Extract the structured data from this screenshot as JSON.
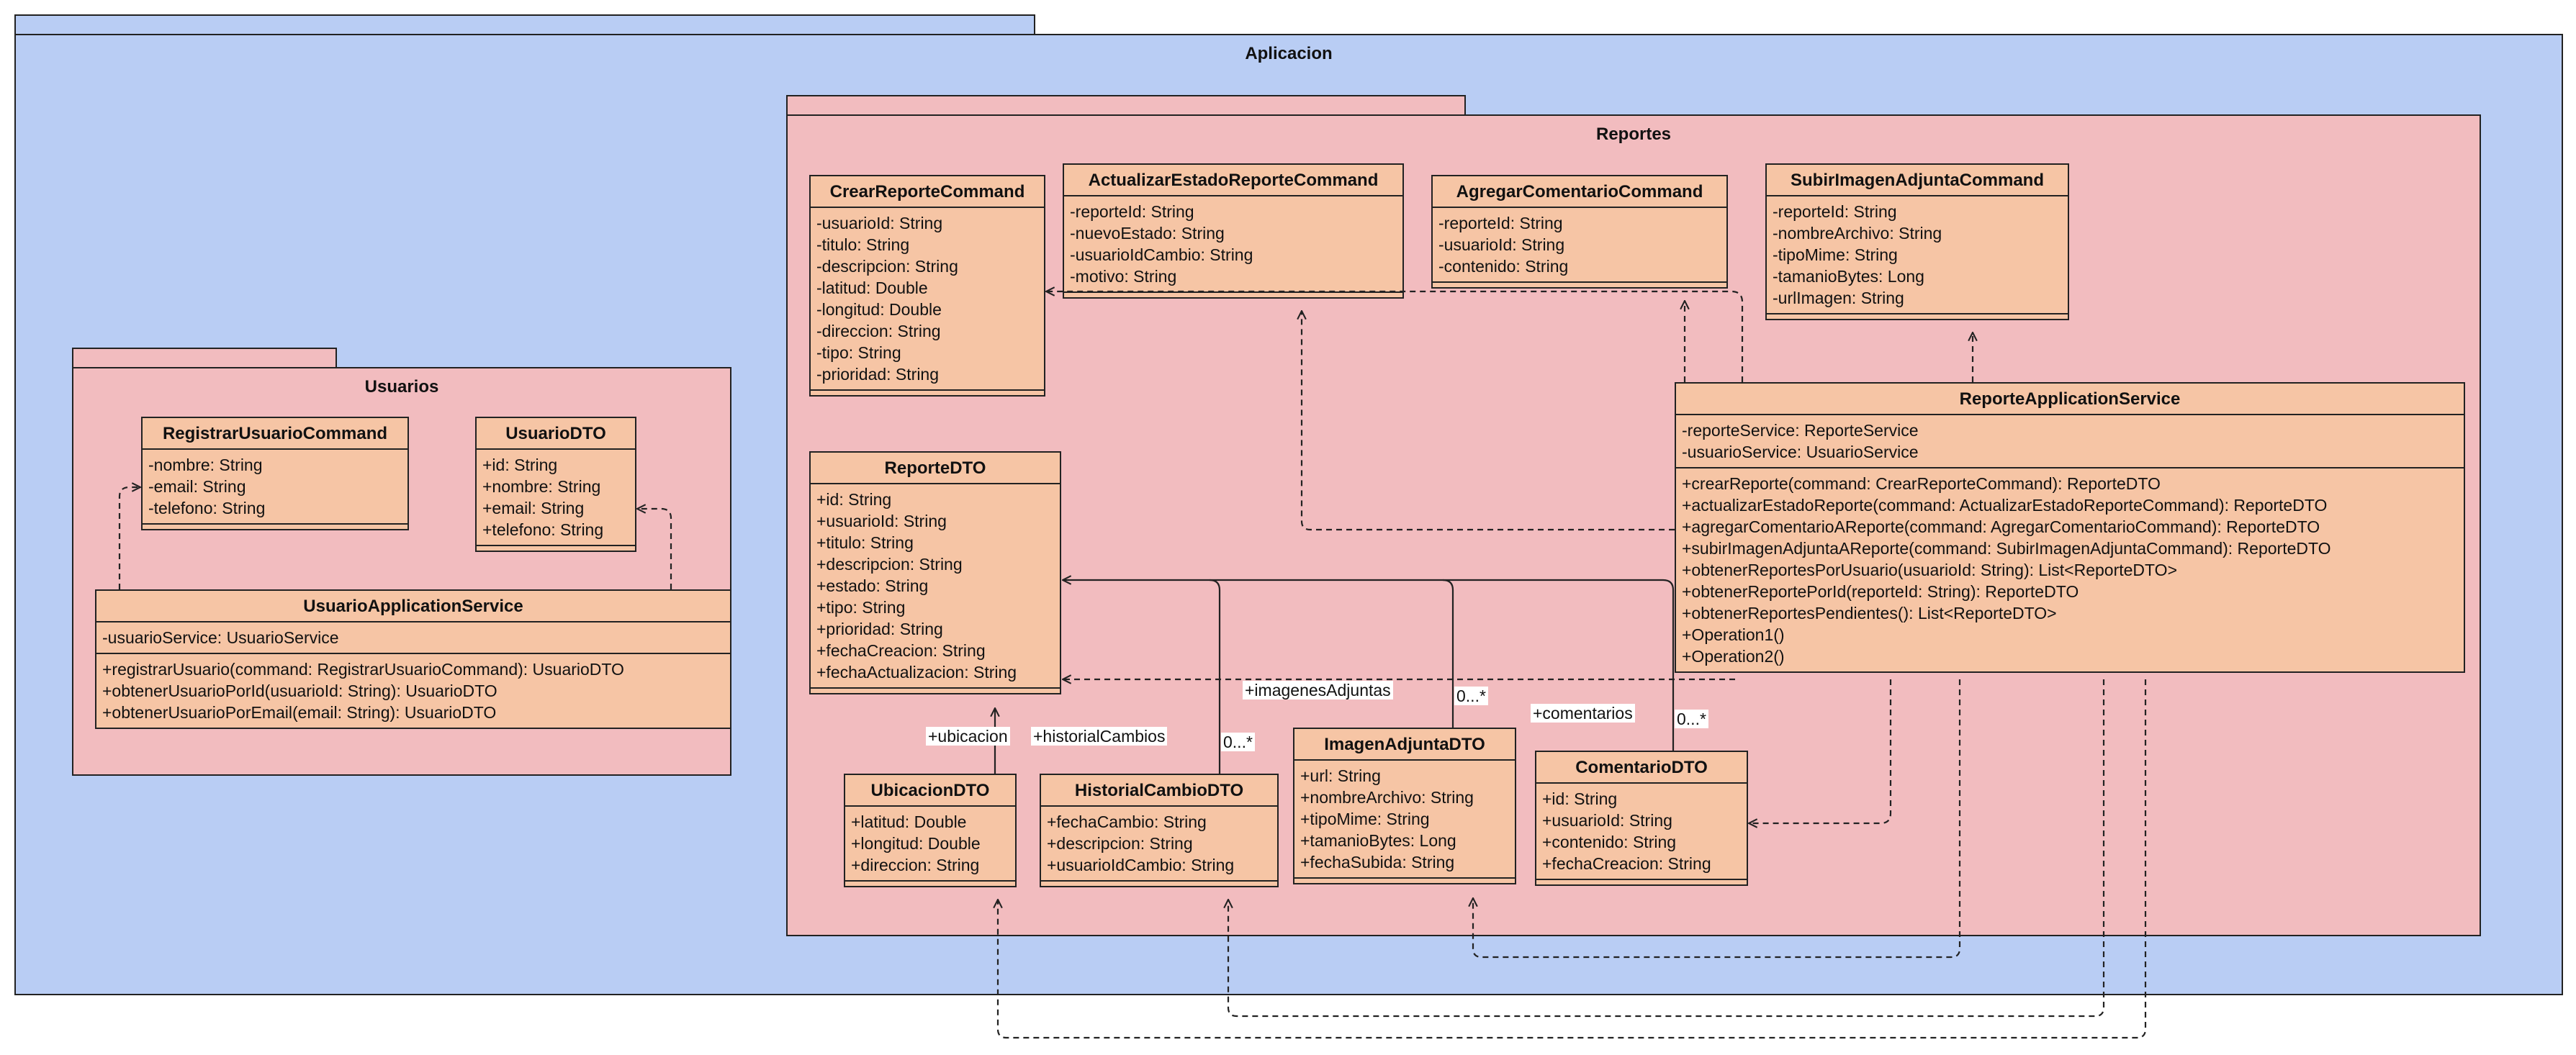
{
  "packages": {
    "aplicacion": "Aplicacion",
    "reportes": "Reportes",
    "usuarios": "Usuarios"
  },
  "classes": {
    "crear_reporte_command": {
      "name": "CrearReporteCommand",
      "attributes": [
        "-usuarioId: String",
        "-titulo: String",
        "-descripcion: String",
        "-latitud: Double",
        "-longitud: Double",
        "-direccion: String",
        "-tipo: String",
        "-prioridad: String"
      ]
    },
    "actualizar_estado_reporte_command": {
      "name": "ActualizarEstadoReporteCommand",
      "attributes": [
        "-reporteId: String",
        "-nuevoEstado: String",
        "-usuarioIdCambio: String",
        "-motivo: String"
      ]
    },
    "agregar_comentario_command": {
      "name": "AgregarComentarioCommand",
      "attributes": [
        "-reporteId: String",
        "-usuarioId: String",
        "-contenido: String"
      ]
    },
    "subir_imagen_adjunta_command": {
      "name": "SubirImagenAdjuntaCommand",
      "attributes": [
        "-reporteId: String",
        "-nombreArchivo: String",
        "-tipoMime: String",
        "-tamanioBytes: Long",
        "-urlImagen: String"
      ]
    },
    "reporte_dto": {
      "name": "ReporteDTO",
      "attributes": [
        "+id: String",
        "+usuarioId: String",
        "+titulo: String",
        "+descripcion: String",
        "+estado: String",
        "+tipo: String",
        "+prioridad: String",
        "+fechaCreacion: String",
        "+fechaActualizacion: String"
      ]
    },
    "reporte_application_service": {
      "name": "ReporteApplicationService",
      "attributes": [
        "-reporteService: ReporteService",
        "-usuarioService: UsuarioService"
      ],
      "operations": [
        "+crearReporte(command: CrearReporteCommand): ReporteDTO",
        "+actualizarEstadoReporte(command: ActualizarEstadoReporteCommand): ReporteDTO",
        "+agregarComentarioAReporte(command: AgregarComentarioCommand): ReporteDTO",
        "+subirImagenAdjuntaAReporte(command: SubirImagenAdjuntaCommand): ReporteDTO",
        "+obtenerReportesPorUsuario(usuarioId: String): List<ReporteDTO>",
        "+obtenerReportePorId(reporteId: String): ReporteDTO",
        "+obtenerReportesPendientes(): List<ReporteDTO>",
        "+Operation1()",
        "+Operation2()"
      ]
    },
    "ubicacion_dto": {
      "name": "UbicacionDTO",
      "attributes": [
        "+latitud: Double",
        "+longitud: Double",
        "+direccion: String"
      ]
    },
    "historial_cambio_dto": {
      "name": "HistorialCambioDTO",
      "attributes": [
        "+fechaCambio: String",
        "+descripcion: String",
        "+usuarioIdCambio: String"
      ]
    },
    "imagen_adjunta_dto": {
      "name": "ImagenAdjuntaDTO",
      "attributes": [
        "+url: String",
        "+nombreArchivo: String",
        "+tipoMime: String",
        "+tamanioBytes: Long",
        "+fechaSubida: String"
      ]
    },
    "comentario_dto": {
      "name": "ComentarioDTO",
      "attributes": [
        "+id: String",
        "+usuarioId: String",
        "+contenido: String",
        "+fechaCreacion: String"
      ]
    },
    "registrar_usuario_command": {
      "name": "RegistrarUsuarioCommand",
      "attributes": [
        "-nombre: String",
        "-email: String",
        "-telefono: String"
      ]
    },
    "usuario_dto": {
      "name": "UsuarioDTO",
      "attributes": [
        "+id: String",
        "+nombre: String",
        "+email: String",
        "+telefono: String"
      ]
    },
    "usuario_application_service": {
      "name": "UsuarioApplicationService",
      "attributes": [
        "-usuarioService: UsuarioService"
      ],
      "operations": [
        "+registrarUsuario(command: RegistrarUsuarioCommand): UsuarioDTO",
        "+obtenerUsuarioPorId(usuarioId: String): UsuarioDTO",
        "+obtenerUsuarioPorEmail(email: String): UsuarioDTO"
      ]
    }
  },
  "edge_labels": {
    "ubicacion": "+ubicacion",
    "historial_cambios": "+historialCambios",
    "historial_mult": "0...*",
    "imagenes_adjuntas": "+imagenesAdjuntas",
    "imagenes_mult": "0...*",
    "comentarios": "+comentarios",
    "comentarios_mult": "0...*"
  },
  "colors": {
    "outer_package": "#b9cdf4",
    "inner_package": "#f2bcbf",
    "class_fill": "#f6c5a5",
    "border": "#222222"
  }
}
